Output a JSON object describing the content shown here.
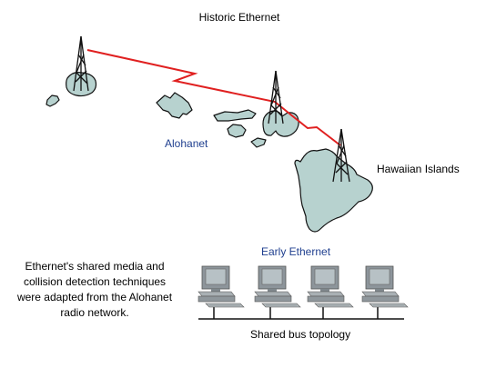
{
  "title": "Historic Ethernet",
  "alohanet_label": "Alohanet",
  "islands_label": "Hawaiian Islands",
  "early_ethernet_label": "Early Ethernet",
  "bus_label": "Shared bus topology",
  "note": "Ethernet's shared media and collision detection techniques were adapted from the Alohanet radio network.",
  "colors": {
    "island_fill": "#b7d2cf",
    "island_stroke": "#111111",
    "radio_link": "#e02020",
    "label_blue": "#1f3f8f",
    "pc_body": "#9aa1a6"
  }
}
